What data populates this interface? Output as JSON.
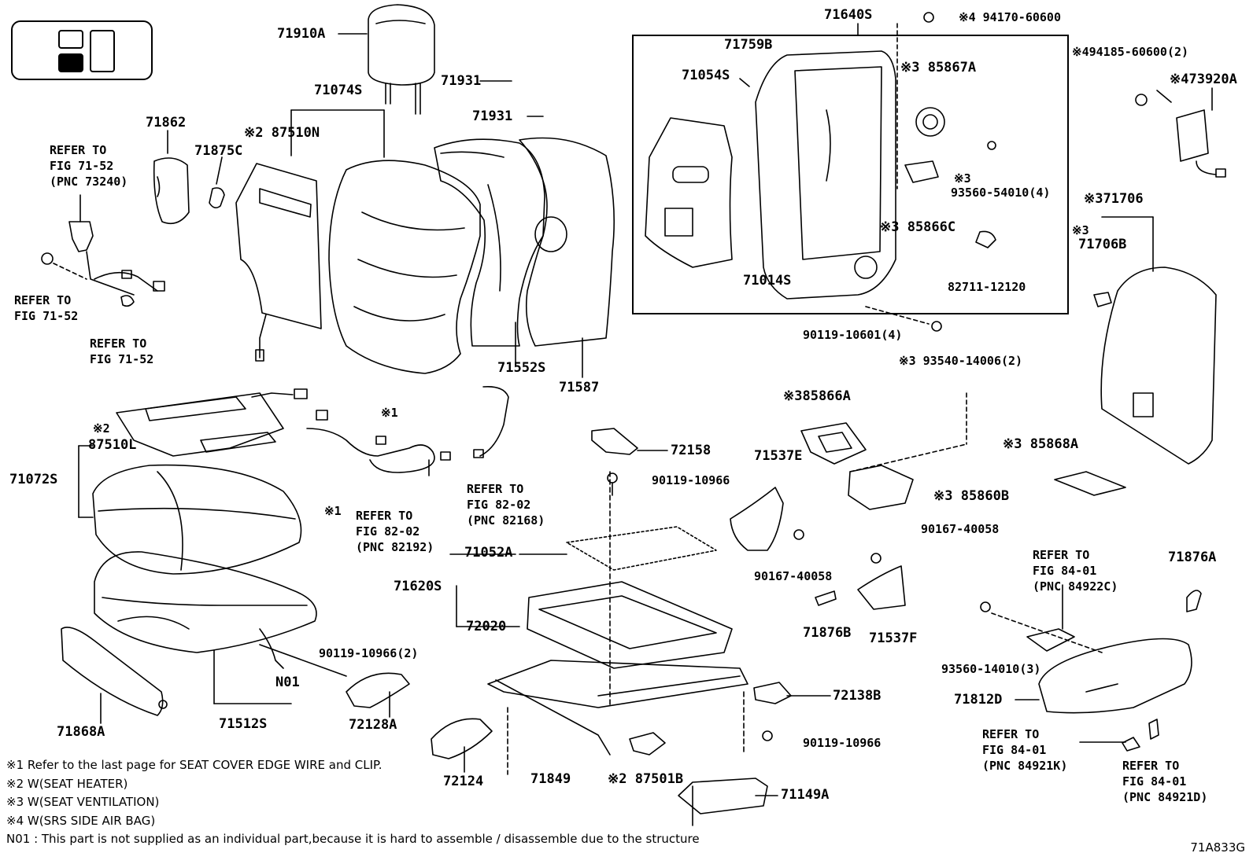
{
  "labels": {
    "l71910A": "71910A",
    "l71074S": "71074S",
    "l87510N": "※2 87510N",
    "l71862": "71862",
    "l71875C": "71875C",
    "l71931a": "71931",
    "l71931b": "71931",
    "l71640S": "71640S",
    "l71759B": "71759B",
    "l71054S": "71054S",
    "l71014S": "71014S",
    "l94170": "※4 94170-60600",
    "l85867A": "※3 85867A",
    "l93560_54010": "93560-54010(4)",
    "l93560_54010_mark": "※3",
    "l85866C": "※3 85866C",
    "l82711": "82711-12120",
    "l94185": "※494185-60600(2)",
    "l73920A": "※473920A",
    "l71706": "※371706",
    "l71706B_mark": "※3",
    "l71706B": "71706B",
    "l90119_10601": "90119-10601(4)",
    "l93540": "※3 93540-14006(2)",
    "l85866A": "※385866A",
    "l85868A": "※3 85868A",
    "l85860B": "※3 85860B",
    "l71537E": "71537E",
    "l90167_a": "90167-40058",
    "l90167_b": "90167-40058",
    "l71876B": "71876B",
    "l71537F": "71537F",
    "l71552S": "71552S",
    "l71587": "71587",
    "l72158": "72158",
    "l90119_10966a": "90119-10966",
    "l87510L_mark": "※2",
    "l87510L": "87510L",
    "l71072S": "71072S",
    "l71052A": "71052A",
    "l71620S": "71620S",
    "l72020": "72020",
    "l90119_10966_2": "90119-10966(2)",
    "lN01": "N01",
    "l71868A": "71868A",
    "l71512S": "71512S",
    "l72128A": "72128A",
    "l72124": "72124",
    "l71849": "71849",
    "l87501B": "※2 87501B",
    "l71149A": "71149A",
    "l72138B": "72138B",
    "l90119_10966b": "90119-10966",
    "l71876A": "71876A",
    "l93560_14010": "93560-14010(3)",
    "l71812D": "71812D",
    "mark1a": "※1",
    "mark1b": "※1"
  },
  "refs": {
    "r7152_73240": [
      "REFER TO",
      "FIG 71-52",
      "(PNC 73240)"
    ],
    "r7152_a": [
      "REFER TO",
      "FIG 71-52"
    ],
    "r7152_b": [
      "REFER TO",
      "FIG 71-52"
    ],
    "r8202_82192": [
      "REFER TO",
      "FIG 82-02",
      "(PNC 82192)"
    ],
    "r8202_82168": [
      "REFER TO",
      "FIG 82-02",
      "(PNC 82168)"
    ],
    "r8401_84922C": [
      "REFER TO",
      "FIG 84-01",
      "(PNC 84922C)"
    ],
    "r8401_84921K": [
      "REFER TO",
      "FIG 84-01",
      "(PNC 84921K)"
    ],
    "r8401_84921D": [
      "REFER TO",
      "FIG 84-01",
      "(PNC 84921D)"
    ]
  },
  "notes": [
    "※1 Refer to the last page for SEAT COVER EDGE WIRE and CLIP.",
    "※2 W(SEAT HEATER)",
    "※3 W(SEAT VENTILATION)",
    "※4 W(SRS SIDE AIR BAG)",
    "N01 : This part is not supplied as an individual part,because it is hard to assemble / disassemble due to the structure"
  ],
  "diagram_code": "71A833G"
}
